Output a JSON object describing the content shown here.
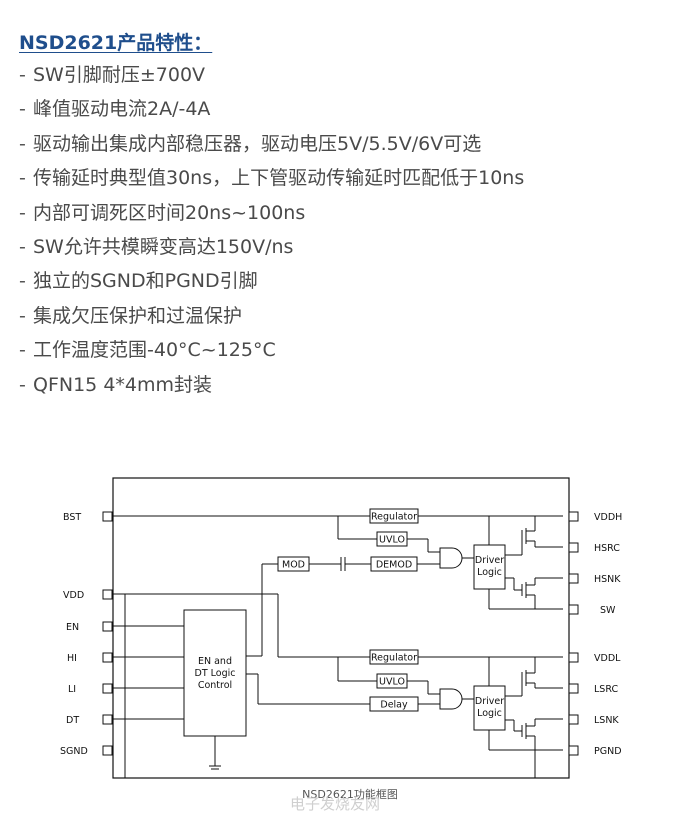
{
  "title": "NSD2621产品特性：",
  "features": [
    "SW引脚耐压±700V",
    "峰值驱动电流2A/-4A",
    "驱动输出集成内部稳压器，驱动电压5V/5.5V/6V可选",
    "传输延时典型值30ns，上下管驱动传输延时匹配低于10ns",
    "内部可调死区时间20ns~100ns",
    "SW允许共模瞬变高达150V/ns",
    "独立的SGND和PGND引脚",
    "集成欠压保护和过温保护",
    "工作温度范围-40°C~125°C",
    "QFN15 4*4mm封装"
  ],
  "diagram": {
    "left_pins": [
      "BST",
      "VDD",
      "EN",
      "HI",
      "LI",
      "DT",
      "SGND"
    ],
    "right_pins": [
      "VDDH",
      "HSRC",
      "HSNK",
      "SW",
      "VDDL",
      "LSRC",
      "LSNK",
      "PGND"
    ],
    "blocks": {
      "regulator_high": "Regulator",
      "uvlo_high": "UVLO",
      "mod": "MOD",
      "demod": "DEMOD",
      "driver_high": [
        "Driver",
        "Logic"
      ],
      "control": [
        "EN and",
        "DT Logic",
        "Control"
      ],
      "regulator_low": "Regulator",
      "uvlo_low": "UVLO",
      "delay": "Delay",
      "driver_low": [
        "Driver",
        "Logic"
      ]
    },
    "caption": "NSD2621功能框图",
    "watermark": "电子发烧友网"
  }
}
